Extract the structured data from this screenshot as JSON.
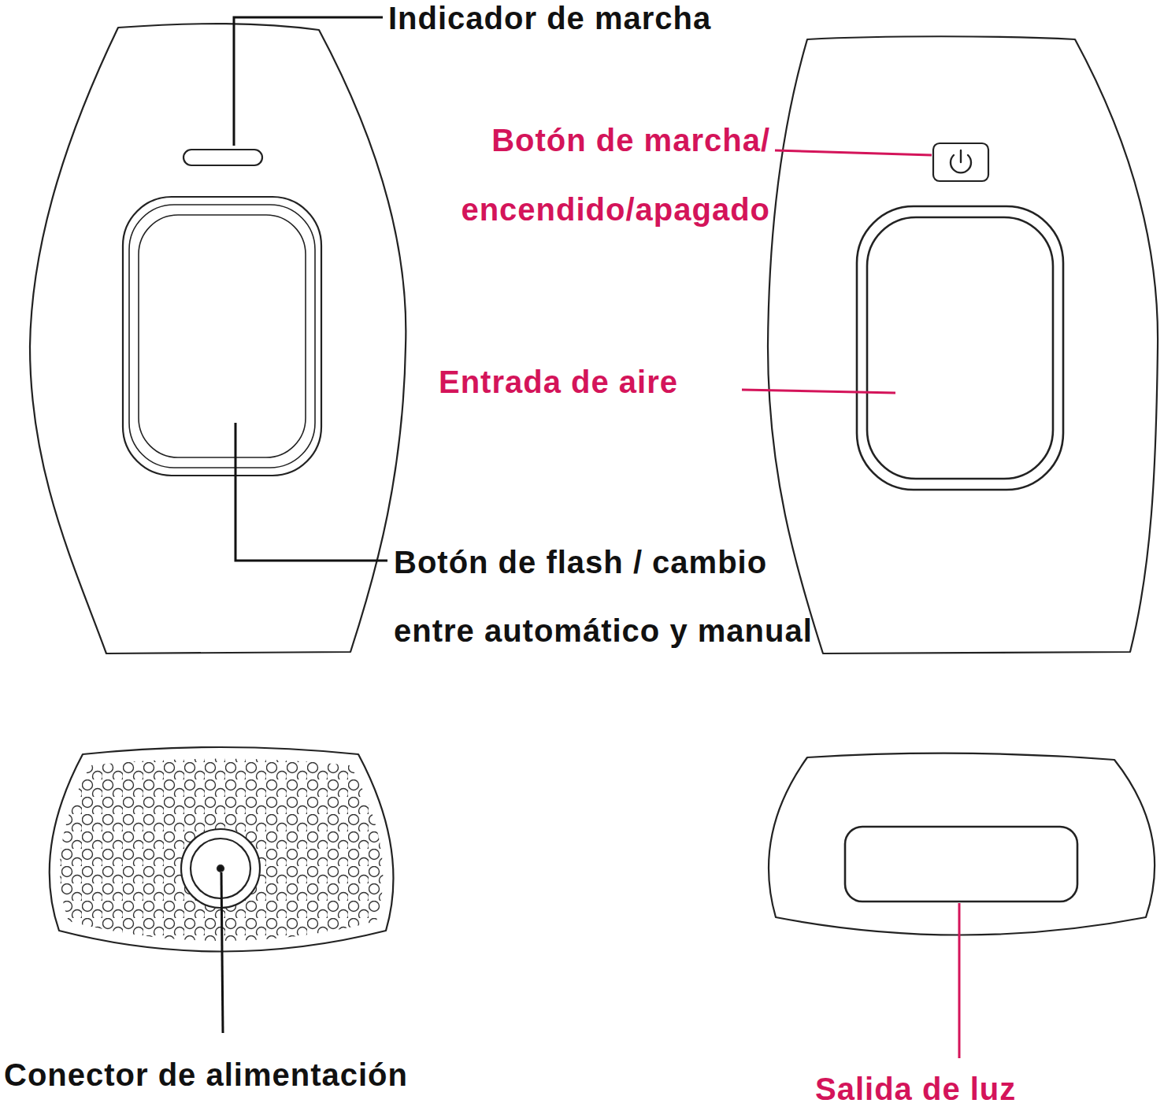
{
  "diagram": {
    "labels": [
      "Indicador de marcha",
      "Botón de marcha/ encendido/apagado",
      "Entrada de aire",
      "Botón de flash / cambio entre automático y manual",
      "Conector de alimentación",
      "Salida de luz"
    ]
  }
}
